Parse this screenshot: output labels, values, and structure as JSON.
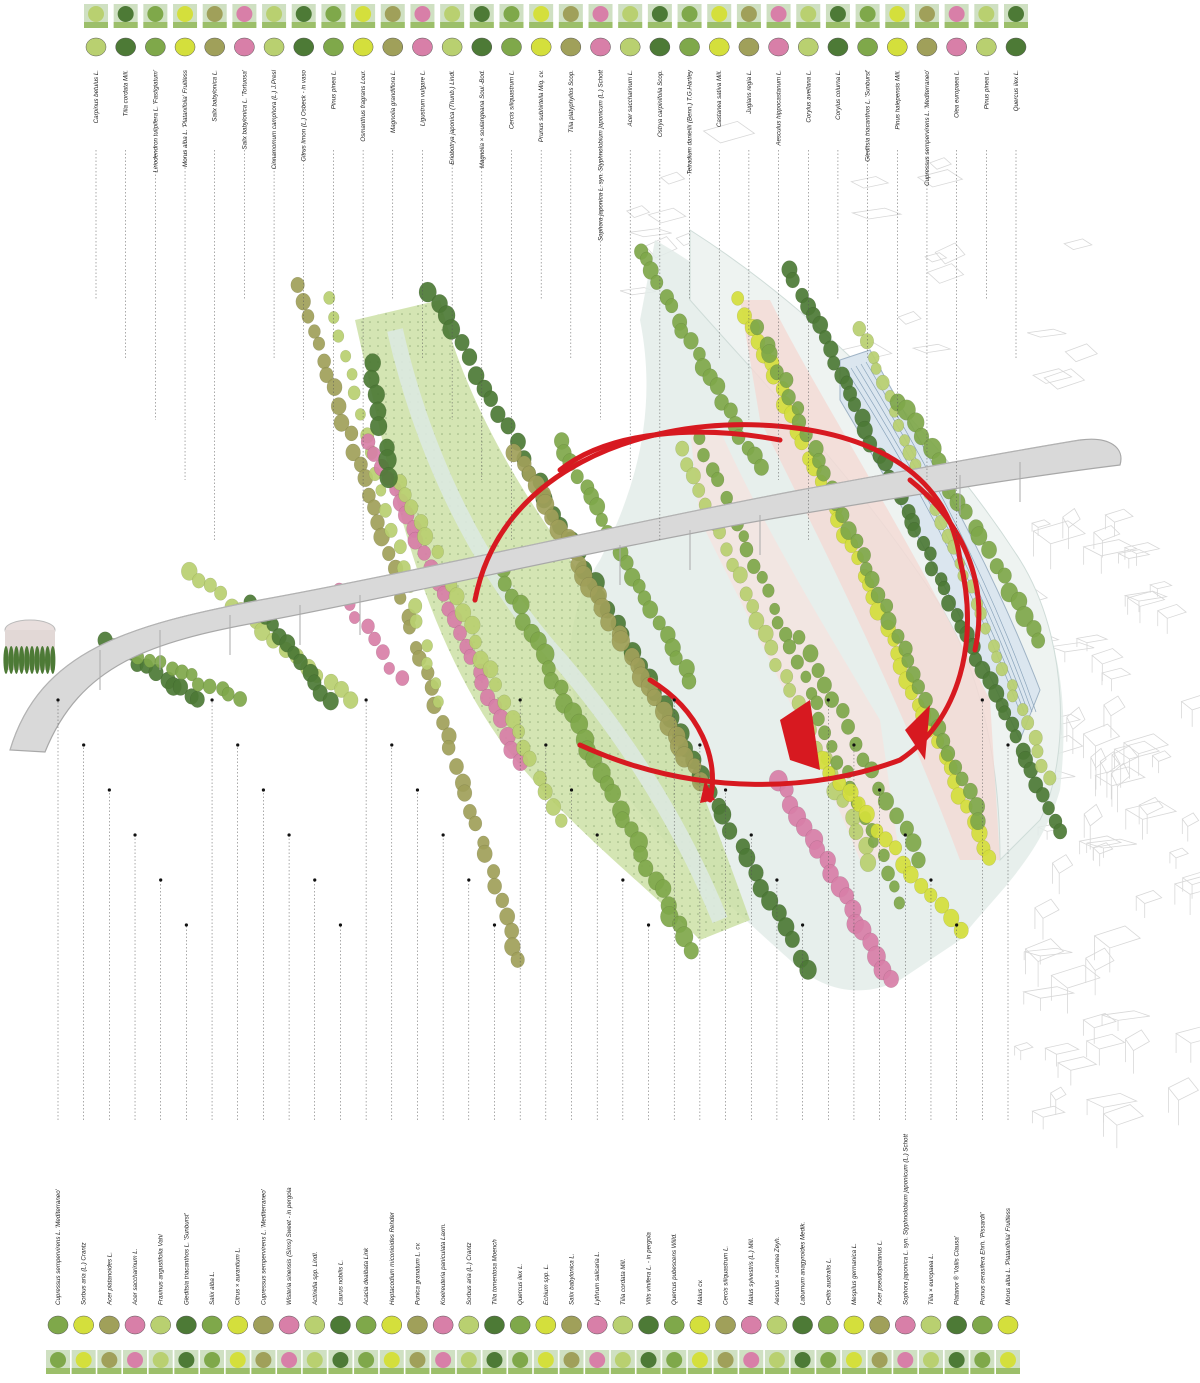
{
  "colors": {
    "route": "#d71920",
    "viaduct": "#c9c9c9",
    "river": "#dce9e6",
    "tree_dark": "#4d7a36",
    "tree_mid": "#7fa84a",
    "tree_light": "#b9d070",
    "tree_yellow": "#d4df3c",
    "tree_pink": "#d87fa8",
    "tree_olive": "#a0a05a",
    "leader": "#555555"
  },
  "top_species": [
    "Carpinus betulus L.",
    "Tilia cordata Mill.",
    "Liriodendron tulipifera L. 'Fastigiatum'",
    "Morus alba L. 'Platanifolia' Fruitless",
    "Salix babylonica L.",
    "Salix babylonica L. 'Tortuosa'",
    "Cinnamomum camphora (L.) J.Presl",
    "Citrus limon (L.) Osbeck - in vaso",
    "Pinus pinea L.",
    "Osmanthus fragrans Lour.",
    "Magnolia grandiflora L.",
    "Ligustrum vulgare L.",
    "Eriobotrya japonica (Thunb.) Lindl.",
    "Magnolia × soulangeana Soul.-Bod.",
    "Cercis siliquastrum L.",
    "Prunus subhirtella Miq. cv.",
    "Tilia platyphyllos Scop.",
    "Sophora japonica L. syn. Styphnolobium japonicum (L.) Schott",
    "Acer saccharinum L.",
    "Ostrya carpinifolia Scop.",
    "Tetradium daniellii (Benn.) T.G.Hartley",
    "Castanea sativa Mill.",
    "Juglans regia L.",
    "Aesculus hippocastanum L.",
    "Corylus avellana L.",
    "Corylus colurna L.",
    "Gleditsia triacanthos L. 'Sunburst'",
    "Pinus halepensis Mill.",
    "Cupressus sempervirens L. 'Mediterraneo'",
    "Olea europaea L.",
    "Pinus pinea L.",
    "Quercus ilex L."
  ],
  "bottom_species": [
    "Cupressus sempervirens L. 'Mediterraneo'",
    "Sorbus aria (L.) Crantz",
    "Acer platanoides L.",
    "Acer saccharinum L.",
    "Fraxinus angustifolia Vahl",
    "Gleditsia triacanthos L. 'Sunburst'",
    "Salix alba L.",
    "Citrus × aurantium L.",
    "Cupressus sempervirens L. 'Mediterraneo'",
    "Wisteria sinensis (Sims) Sweet - in pergola",
    "Actinidia spp. Lindl.",
    "Laurus nobilis L.",
    "Acacia dealbata Link",
    "Heptacodium miconioides Rehder",
    "Punica granatum L. cv.",
    "Koelreuteria paniculata Laxm.",
    "Sorbus aria (L.) Crantz",
    "Tilia tomentosa Moench",
    "Quercus ilex L.",
    "Echium spp. L.",
    "Salix babylonica L.",
    "Lythrum salicaria L.",
    "Tilia cordata Mill.",
    "Vitis vinifera L. - in pergola",
    "Quercus pubescens Willd.",
    "Malus cv.",
    "Cercis siliquastrum L.",
    "Malus sylvestris (L.) Mill.",
    "Aesculus × carnea Zeyh.",
    "Laburnum anagyroides Medik.",
    "Celtis australis L.",
    "Mespilus germanica L.",
    "Acer pseudoplatanus L.",
    "Sophora japonica L. syn. Styphnolobium japonicum (L.) Schott",
    "Tilia × europaea L.",
    "Platanor ® 'Vallis Clausa'",
    "Prunus cerasifera Ehrh. 'Pissardii'",
    "Morus alba L. 'Platanifolia' Fruitless"
  ]
}
